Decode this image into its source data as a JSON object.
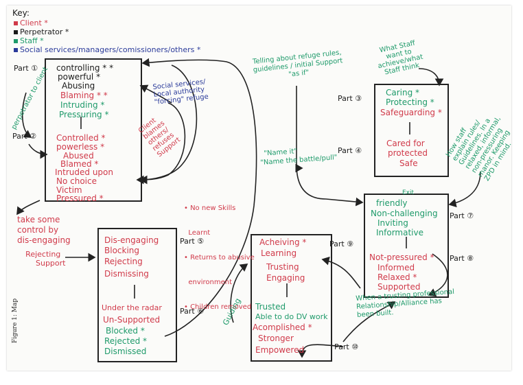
{
  "key": {
    "title": "Key:",
    "items": [
      {
        "label": "Client *",
        "color": "#d03a4a"
      },
      {
        "label": "Perpetrator *",
        "color": "#1a1a1a"
      },
      {
        "label": "Staff *",
        "color": "#1e9a6a"
      },
      {
        "label": "Social services/managers/comissioners/others *",
        "color": "#2a3a9a"
      }
    ]
  },
  "parts": {
    "p1": "Part ①",
    "p2": "Part ②",
    "p3": "Part ③",
    "p4": "Part ④",
    "p5": "Part ⑤",
    "p6": "Part ⑥",
    "p7": "Part ⑦",
    "p8": "Part ⑧",
    "p9": "Part ⑨",
    "p10": "Part ⑩"
  },
  "box1": {
    "top": [
      "controlling * *",
      "powerful *",
      "Abusing",
      "Blaming * *",
      "Intruding *",
      "Pressuring *"
    ],
    "bottom": [
      "Controlled *",
      "powerless *",
      "Abused",
      "Blamed *",
      "Intruded upon",
      "No choice",
      "Victim",
      "Pressured *"
    ]
  },
  "box2": {
    "top": [
      "Caring *",
      "Protecting *",
      "Safeguarding *"
    ],
    "bottom": [
      "Cared for",
      "protected",
      "Safe"
    ]
  },
  "box3": {
    "exit": "Exit",
    "top": [
      "friendly",
      "Non-challenging",
      "Inviting",
      "Informative"
    ],
    "bottom": [
      "Not-pressured *",
      "Informed",
      "Relaxed *",
      "Supported"
    ]
  },
  "box4": {
    "top": [
      "Acheiving *",
      "Learning",
      "Trusting",
      "Engaging"
    ],
    "bottom": [
      "Trusted",
      "Able to do DV work",
      "Acomplished *",
      "Stronger",
      "Empowered"
    ]
  },
  "box5": {
    "top": [
      "Dis-engaging",
      "Blocking",
      "Rejecting",
      "Dismissing"
    ],
    "bottom": [
      "Under the radar",
      "Un-Supported",
      "Blocked *",
      "Rejected *",
      "Dismissed"
    ]
  },
  "notes": {
    "perp_to_client": "perpetrator to client",
    "social_services": [
      "Social services/",
      "Local authority",
      "\"forcing\" refuge"
    ],
    "client_blames": [
      "Client",
      "blames",
      "others/",
      "refuses",
      "Support"
    ],
    "telling": [
      "Telling about refuge rules,",
      "guidelines / initial Support",
      "\"as if\""
    ],
    "what_staff": [
      "What Staff",
      "want to",
      "achieve/what",
      "Staff think"
    ],
    "how_staff": [
      "How staff",
      "explain rules/",
      "Guidelines. In a",
      "relaxed, informal,",
      "non-pressuring",
      "manor. Keeping",
      "ZPD in mind."
    ],
    "name_it": [
      "\"Name it\"",
      "\"Name the battle/pull\""
    ],
    "no_new_skills": [
      "• No new Skills",
      "  Learnt",
      "• Returns to abusive",
      "  environment",
      "• Children removed"
    ],
    "take_control": [
      "take some",
      "control by",
      "dis-engaging"
    ],
    "rejecting": [
      "Rejecting",
      "Support"
    ],
    "guiding": "Guiding",
    "when_trusting": [
      "When a trusting professional",
      "Relationship/Alliance has",
      "been built."
    ],
    "figure": "Figure 1: Map"
  }
}
